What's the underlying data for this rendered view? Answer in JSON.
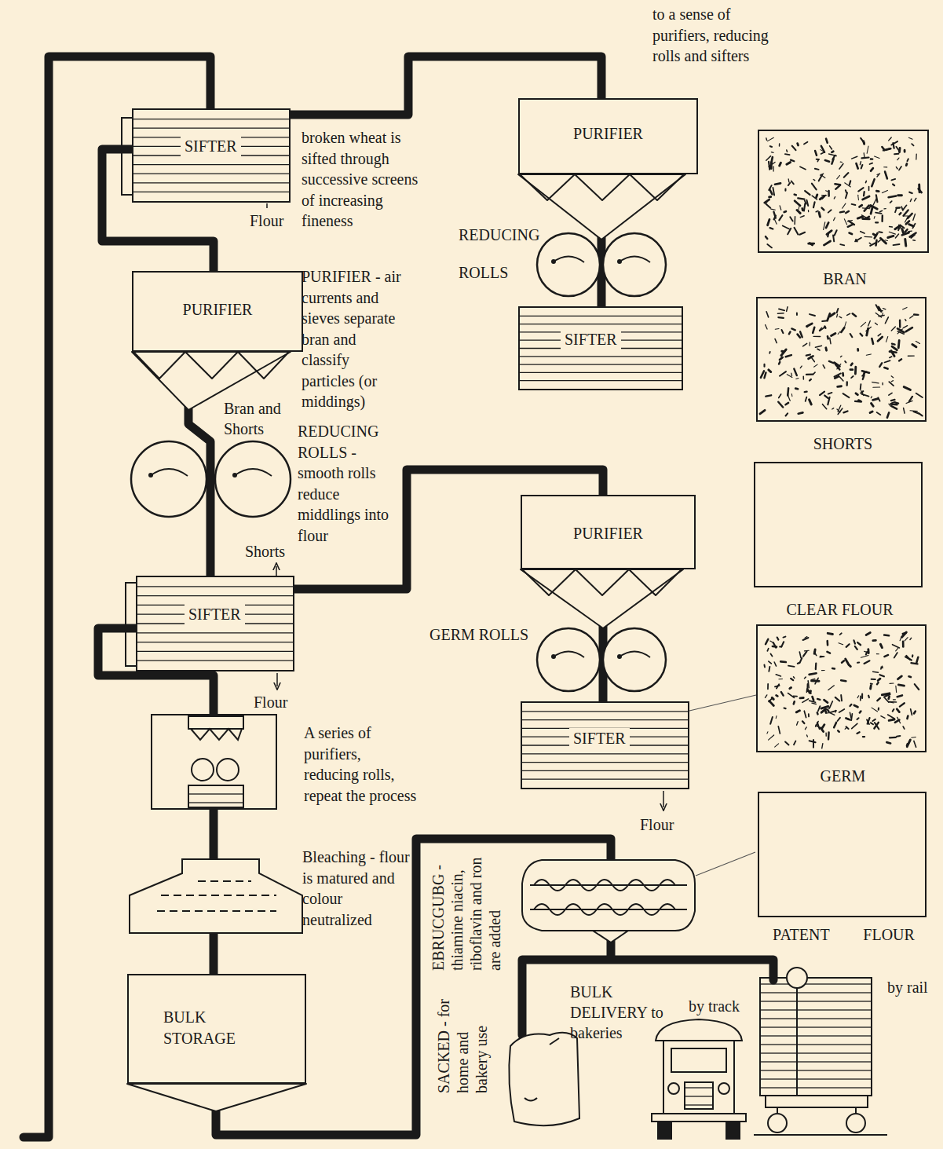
{
  "diagram": {
    "nodes": [
      {
        "text": [
          "SIFTER"
        ]
      },
      {
        "text": [
          "PURIFIER"
        ]
      },
      {
        "text": [
          "BRAN"
        ]
      },
      {
        "text": [
          "PURIFIER"
        ]
      },
      {
        "text": [
          "SIFTER"
        ]
      },
      {
        "text": [
          "SHORTS"
        ]
      },
      {
        "text": [
          "PURIFIER"
        ]
      },
      {
        "text": [
          "SIFTER"
        ]
      },
      {
        "text": [
          "CLEAR FLOUR"
        ]
      },
      {
        "text": [
          "SIFTER"
        ]
      },
      {
        "text": [
          "GERM"
        ]
      },
      {
        "text": [
          "PATENT FLOUR"
        ]
      },
      {
        "text": [
          "BULK STORAGE"
        ]
      }
    ],
    "edges": [
      {
        "from": 0,
        "to": 1,
        "arrow": "none"
      },
      {
        "from": 0,
        "to": 3,
        "arrow": "none"
      },
      {
        "from": 3,
        "to": 7,
        "arrow": "none"
      },
      {
        "from": 1,
        "to": 4,
        "arrow": "none"
      },
      {
        "from": 7,
        "to": 6,
        "arrow": "none"
      },
      {
        "from": 6,
        "to": 9,
        "arrow": "none"
      },
      {
        "from": 7,
        "to": 12,
        "arrow": "none"
      },
      {
        "from": 9,
        "to": 10,
        "arrow": "none"
      }
    ],
    "labels": [
      "to a sense of purifiers, reducing rolls and sifters",
      "broken wheat is sifted through successive screens of increasing fineness",
      "Flour",
      "REDUCING ROLLS",
      "PURIFIER - air currents and sieves separate bran and classify particles (or middings)",
      "Bran and Shorts",
      "REDUCING ROLLS - smooth rolls reduce middlings into flour",
      "Shorts",
      "GERM ROLLS",
      "Flour",
      "A series of purifiers, reducing rolls, repeat the process",
      "Flour",
      "Bleaching - flour is matured and colour neutralized",
      "EBRUCGUBG - thiamine niacin, riboflavin and ron are added",
      "SACKED - for home and bakery use",
      "BULK DELIVERY to bakeries",
      "by track",
      "by rail"
    ]
  }
}
